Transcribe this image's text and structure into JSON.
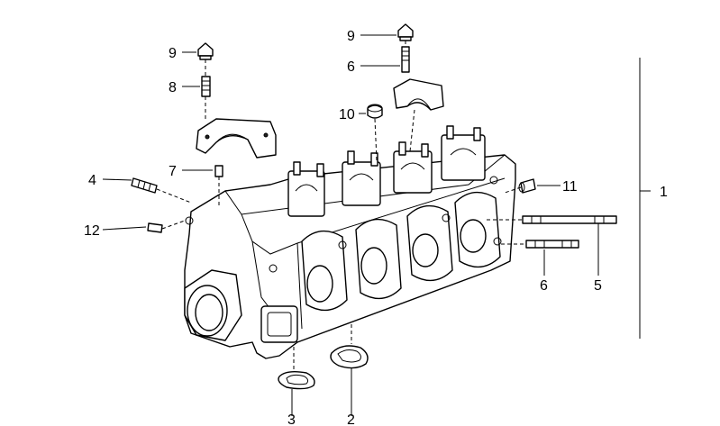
{
  "diagram": {
    "title": "Cylinder head exploded view",
    "labels": {
      "p1": "1",
      "p2": "2",
      "p3": "3",
      "p4": "4",
      "p5": "5",
      "p6": "6",
      "p6b": "6",
      "p7": "7",
      "p8": "8",
      "p9": "9",
      "p9b": "9",
      "p10": "10",
      "p11": "11",
      "p12": "12"
    }
  }
}
